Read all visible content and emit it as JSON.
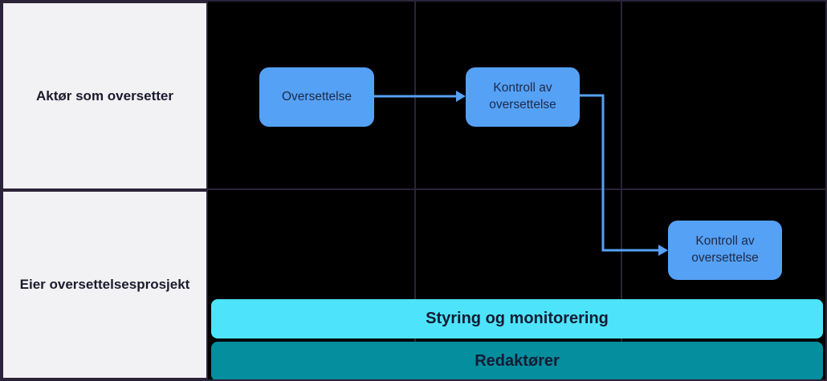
{
  "colors": {
    "canvas_bg": "#000000",
    "grid_line": "#2b2338",
    "lane_label_bg": "#f2f1f3",
    "lane_label_text": "#1b1b2f",
    "node_fill": "#55a1f6",
    "node_text": "#1e2a47",
    "connector": "#55a1f6",
    "bar1_fill": "#4de4fb",
    "bar2_fill": "#048e9e",
    "bar_text": "#131b33"
  },
  "lanes": [
    {
      "label": "Aktør som oversetter"
    },
    {
      "label": "Eier oversettelsesprosjekt"
    }
  ],
  "nodes": [
    {
      "label": "Oversettelse",
      "lane": "Aktør som oversetter"
    },
    {
      "label": "Kontroll av oversettelse",
      "lane": "Aktør som oversetter"
    },
    {
      "label": "Kontroll av oversettelse",
      "lane": "Eier oversettelsesprosjekt"
    }
  ],
  "connectors": [
    {
      "from": "Oversettelse",
      "to": "Kontroll av oversettelse (Aktør som oversetter)"
    },
    {
      "from": "Kontroll av oversettelse (Aktør som oversetter)",
      "to": "Kontroll av oversettelse (Eier oversettelsesprosjekt)"
    }
  ],
  "bars": [
    {
      "label": "Styring og monitorering"
    },
    {
      "label": "Redaktører"
    }
  ]
}
